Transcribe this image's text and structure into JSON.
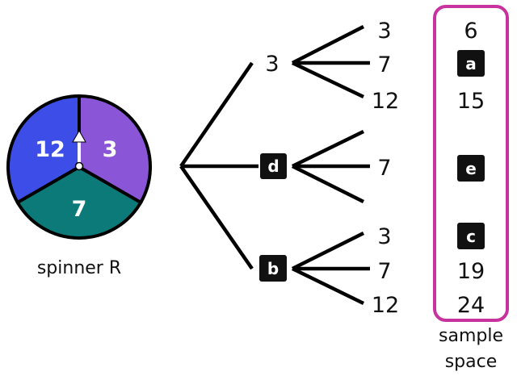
{
  "spinner": {
    "name": "spinner R",
    "segments": [
      {
        "label": "12",
        "color": "#3d4ee8"
      },
      {
        "label": "3",
        "color": "#8a55d6"
      },
      {
        "label": "7",
        "color": "#0b7a78"
      }
    ],
    "pointer_direction": "up"
  },
  "tree": {
    "first_level": [
      {
        "label": "3",
        "is_unknown": false
      },
      {
        "label": "d",
        "is_unknown": true
      },
      {
        "label": "b",
        "is_unknown": true
      }
    ],
    "second_level": [
      [
        {
          "label": "3"
        },
        {
          "label": "7"
        },
        {
          "label": "12"
        }
      ],
      [
        {
          "label": ""
        },
        {
          "label": "7"
        },
        {
          "label": ""
        }
      ],
      [
        {
          "label": "3"
        },
        {
          "label": "7"
        },
        {
          "label": "12"
        }
      ]
    ]
  },
  "sample_space": {
    "caption_line1": "sample",
    "caption_line2": "space",
    "border_color": "#c8329e",
    "values": [
      {
        "label": "6",
        "is_unknown": false
      },
      {
        "label": "a",
        "is_unknown": true
      },
      {
        "label": "15",
        "is_unknown": false
      },
      {
        "label": "e",
        "is_unknown": true
      },
      {
        "label": "c",
        "is_unknown": true
      },
      {
        "label": "19",
        "is_unknown": false
      },
      {
        "label": "24",
        "is_unknown": false
      }
    ]
  }
}
